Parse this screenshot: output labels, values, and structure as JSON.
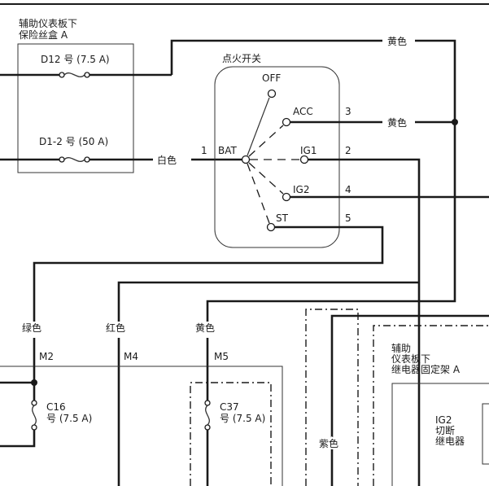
{
  "fuse_box": {
    "title_line1": "辅助仪表板下",
    "title_line2": "保险丝盒 A",
    "fuse_d12": "D12 号 (7.5 A)",
    "fuse_d1_2": "D1-2 号 (50 A)"
  },
  "ignition_switch": {
    "title": "点火开关",
    "positions": {
      "off": "OFF",
      "acc": "ACC",
      "bat": "BAT",
      "ig1": "IG1",
      "ig2": "IG2",
      "st": "ST"
    },
    "pins": {
      "bat": "1",
      "ig1": "2",
      "acc": "3",
      "ig2": "4",
      "st": "5"
    }
  },
  "wire_colors": {
    "top_right": "黄色",
    "acc_out": "黄色",
    "bat_in": "白色",
    "green": "绿色",
    "red": "红色",
    "yellow": "黄色",
    "purple": "紫色"
  },
  "connectors": {
    "m2": "M2",
    "m4": "M4",
    "m5": "M5"
  },
  "fuses_lower": {
    "c16_line1": "C16",
    "c16_line2": "号 (7.5 A)",
    "c37_line1": "C37",
    "c37_line2": "号 (7.5 A)"
  },
  "relay_box": {
    "title_line1": "辅助",
    "title_line2": "仪表板下",
    "title_line3": "继电器固定架 A",
    "relay_line1": "IG2",
    "relay_line2": "切断",
    "relay_line3": "继电器"
  }
}
